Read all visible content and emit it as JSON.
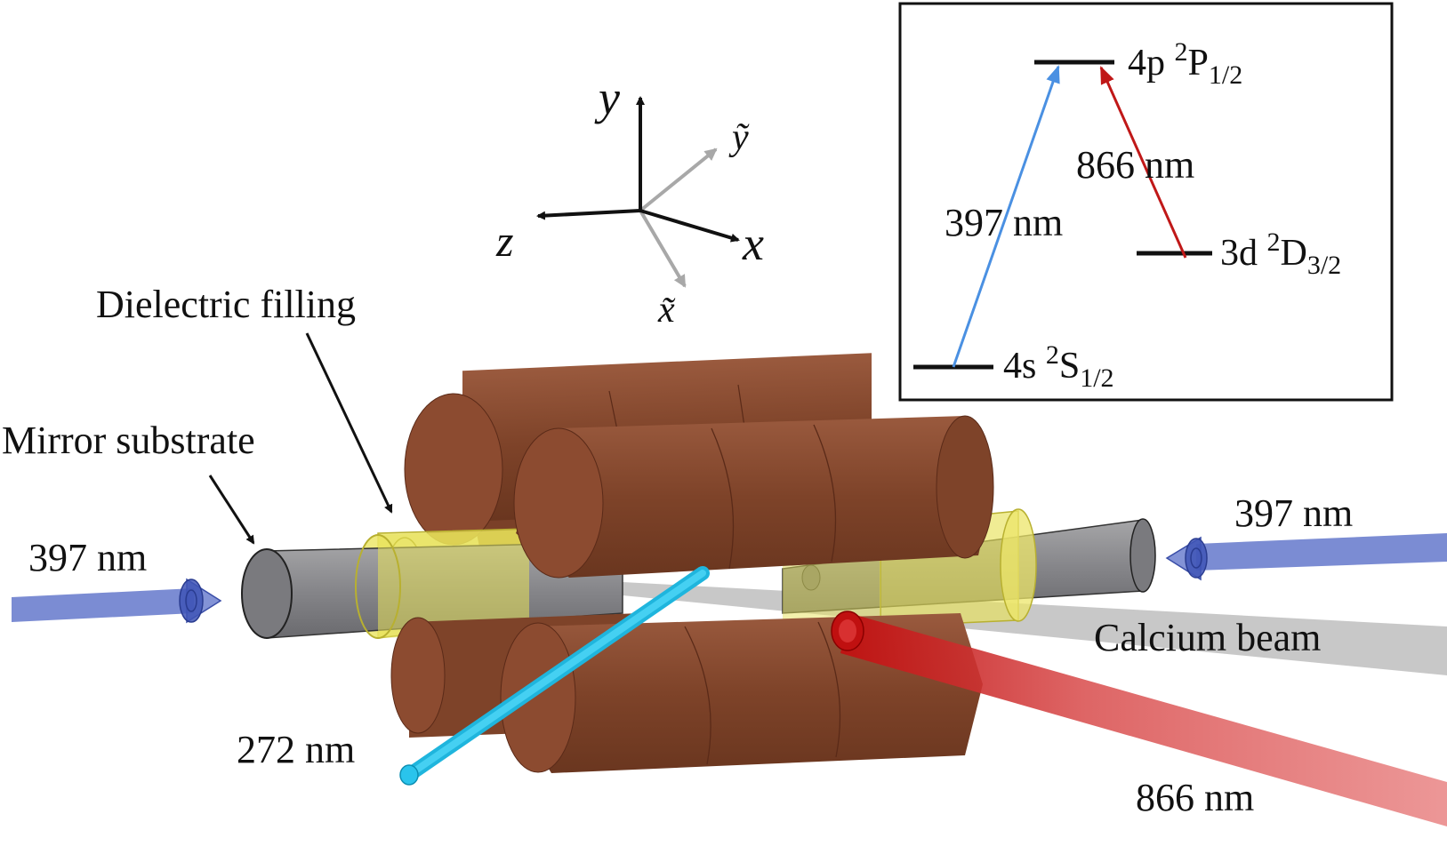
{
  "labels": {
    "dielectric_filling": "Dielectric filling",
    "mirror_substrate": "Mirror substrate",
    "beam_397_left": "397 nm",
    "beam_397_right": "397 nm",
    "beam_272": "272 nm",
    "beam_866": "866 nm",
    "calcium_beam": "Calcium beam"
  },
  "axes": {
    "y": "y",
    "z": "z",
    "x": "x",
    "y_tilde": "ỹ",
    "x_tilde": "x̃"
  },
  "level_diagram": {
    "upper_level": {
      "base": "4p ",
      "sup": "2",
      "term": "P",
      "sub": "1/2"
    },
    "metastable_level": {
      "base": "3d ",
      "sup": "2",
      "term": "D",
      "sub": "3/2"
    },
    "ground_level": {
      "base": "4s ",
      "sup": "2",
      "term": "S",
      "sub": "1/2"
    },
    "transition_blue_label": "397 nm",
    "transition_red_label": "866 nm"
  },
  "colors": {
    "electrode": "#7a4028",
    "electrode_highlight": "#955238",
    "fiber": "#808080",
    "dielectric": "#e8e25a",
    "beam_397": "#5a6fc8",
    "beam_272": "#29c5ea",
    "beam_866": "#d84a4a",
    "arrow_397": "#4a90e2",
    "arrow_866": "#c01818"
  }
}
